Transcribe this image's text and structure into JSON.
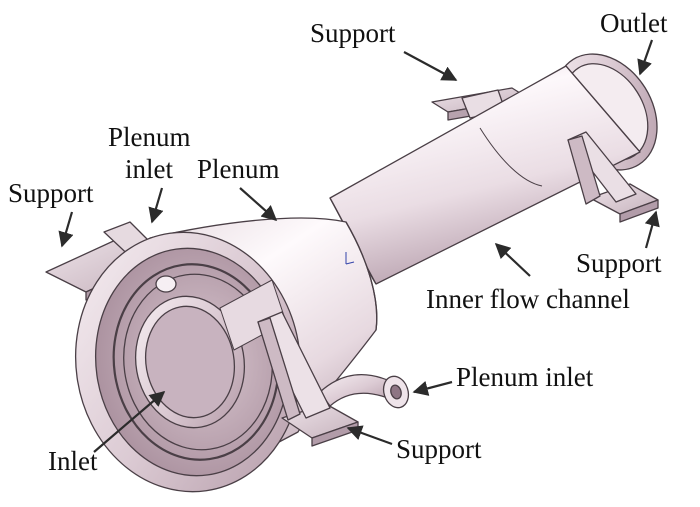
{
  "labels": {
    "support_top": "Support",
    "outlet": "Outlet",
    "plenum_inlet_top_line1": "Plenum",
    "plenum_inlet_top_line2": "inlet",
    "plenum": "Plenum",
    "support_left": "Support",
    "support_right": "Support",
    "inner_flow_channel": "Inner flow channel",
    "plenum_inlet_right": "Plenum inlet",
    "support_bottom": "Support",
    "inlet": "Inlet"
  },
  "colors": {
    "metal_light": "#fbf5f8",
    "metal_mid": "#e6d8e0",
    "metal_dark": "#b9a3b0",
    "edge": "#4a3f46",
    "arrow": "#2b2b2b",
    "text": "#111111"
  }
}
